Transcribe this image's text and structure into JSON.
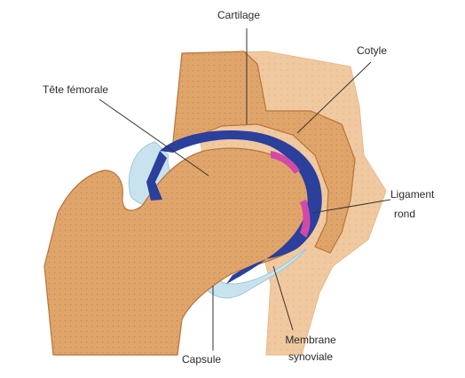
{
  "labels": {
    "cartilage": "Cartilage",
    "cotyle": "Cotyle",
    "tete_femorale": "Tête fémorale",
    "ligament_line1": "Ligament",
    "ligament_line2": "rond",
    "capsule": "Capsule",
    "membrane_line1": "Membrane",
    "membrane_line2": "synoviale"
  },
  "colors": {
    "bone": "#e0a56b",
    "bone_dark": "#c27a3c",
    "capsule": "#c9e3ee",
    "cartilage_blue": "#2b3f9c",
    "ligament_pink": "#d14aa8",
    "leader_line": "#333333"
  }
}
